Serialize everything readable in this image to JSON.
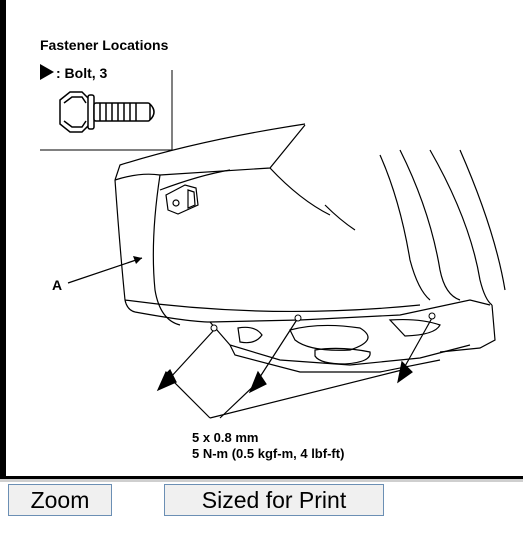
{
  "diagram": {
    "title": "Fastener Locations",
    "legend_text": ": Bolt, 3",
    "callout_a": "A",
    "spec_line1": "5 x 0.8 mm",
    "spec_line2": "5 N-m (0.5 kgf-m, 4 lbf-ft)"
  },
  "buttons": {
    "zoom": "Zoom",
    "print": "Sized for Print"
  }
}
